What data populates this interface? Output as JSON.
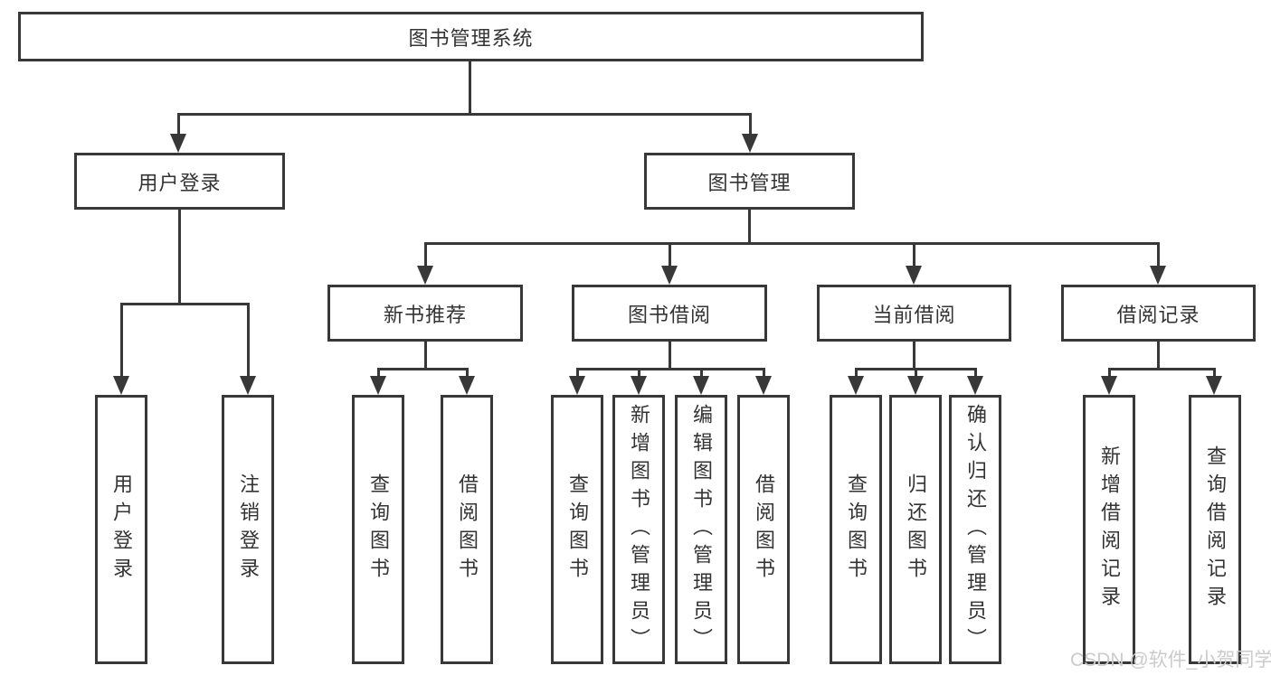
{
  "watermark": "CSDN @软件_小贺同学",
  "colors": {
    "line": "#383838",
    "text": "#333333",
    "watermark": "#cbcbcb"
  },
  "diagram": {
    "root": {
      "label": "图书管理系统"
    },
    "level2": {
      "user_login": {
        "label": "用户登录"
      },
      "book_management": {
        "label": "图书管理"
      }
    },
    "level3": {
      "new_books": {
        "label": "新书推荐"
      },
      "book_borrow": {
        "label": "图书借阅"
      },
      "current_borrow": {
        "label": "当前借阅"
      },
      "borrow_records": {
        "label": "借阅记录"
      }
    },
    "leaves": {
      "user_login": [
        "用户登录",
        "注销登录"
      ],
      "new_books": [
        "查询图书",
        "借阅图书"
      ],
      "book_borrow": [
        "查询图书",
        "新增图书（管理员）",
        "编辑图书（管理员）",
        "借阅图书"
      ],
      "current_borrow": [
        "查询图书",
        "归还图书",
        "确认归还（管理员）"
      ],
      "borrow_records": [
        "新增借阅记录",
        "查询借阅记录"
      ]
    }
  }
}
